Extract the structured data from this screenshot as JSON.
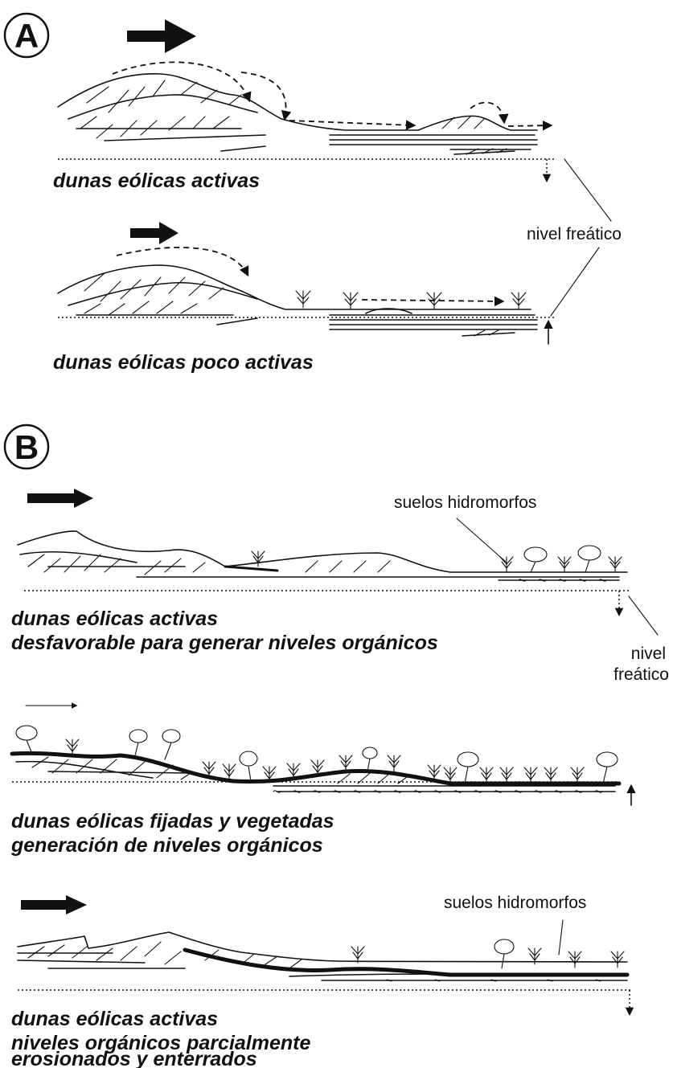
{
  "panel_a": {
    "badge": "A",
    "caption_active": "dunas eólicas activas",
    "caption_less_active": "dunas eólicas poco activas",
    "label_water_table": "nivel freático"
  },
  "panel_b": {
    "badge": "B",
    "label_hydromorphic_top": "suelos hidromorfos",
    "caption_1_line_1": "dunas eólicas activas",
    "caption_1_line_2": "desfavorable para generar niveles orgánicos",
    "label_water_table_line_1": "nivel",
    "label_water_table_line_2": "freático",
    "caption_2_line_1": "dunas eólicas fijadas y vegetadas",
    "caption_2_line_2": "generación de niveles orgánicos",
    "label_hydromorphic_bottom": "suelos hidromorfos",
    "caption_3_line_1": "dunas eólicas activas",
    "caption_3_line_2": "niveles orgánicos parcialmente",
    "caption_3_line_3": "erosionados y enterrados"
  }
}
